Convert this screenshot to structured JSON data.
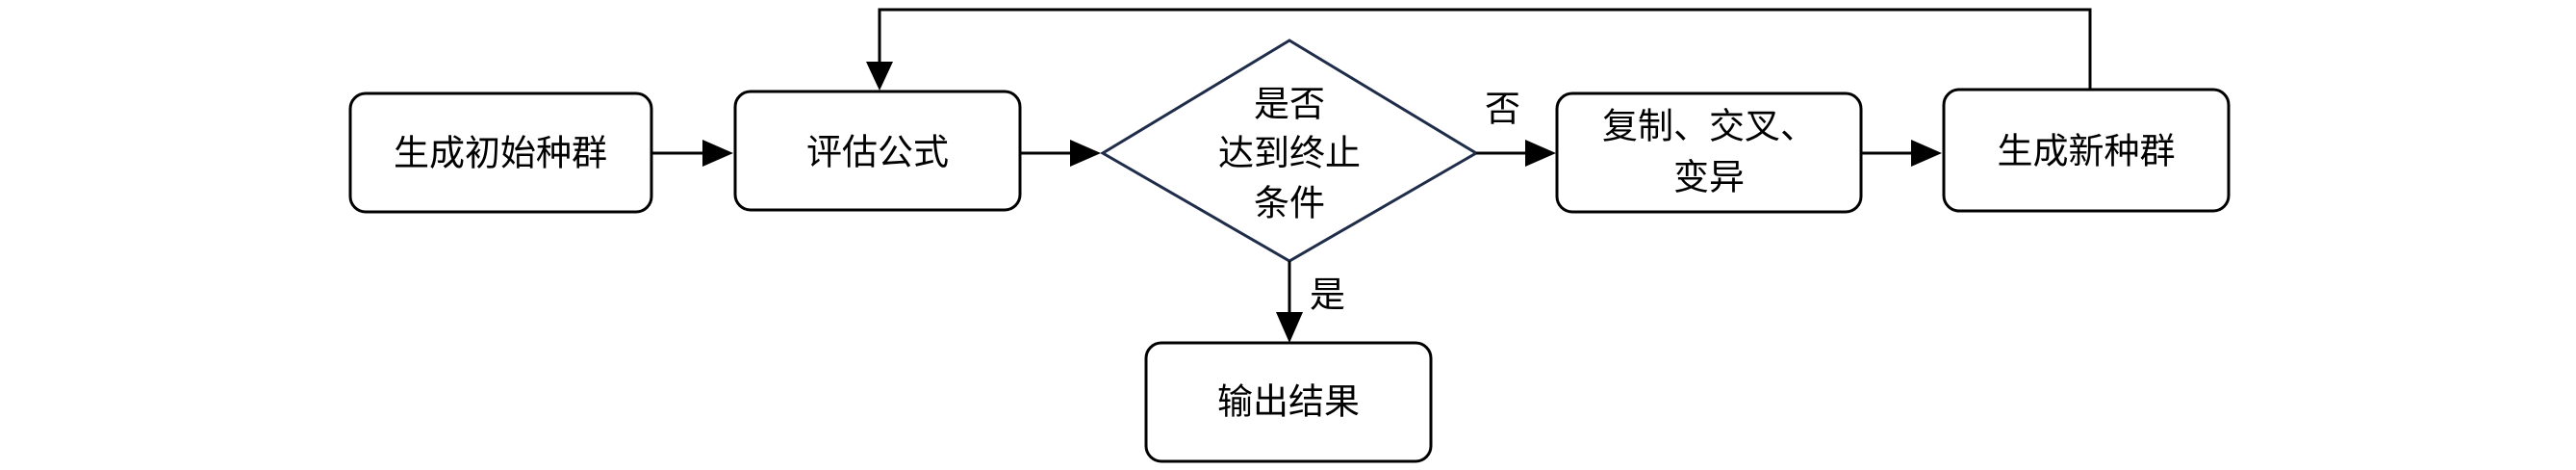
{
  "nodes": {
    "init_population": "生成初始种群",
    "evaluate_formula": "评估公式",
    "decision": [
      "是否",
      "达到终止",
      "条件"
    ],
    "genetic_ops": [
      "复制、交叉、",
      "变异"
    ],
    "new_population": "生成新种群",
    "output_result": "输出结果"
  },
  "edges": {
    "no_label": "否",
    "yes_label": "是"
  },
  "colors": {
    "stroke": "#000000",
    "decision_stroke": "#1f2d4a",
    "background": "#ffffff"
  }
}
